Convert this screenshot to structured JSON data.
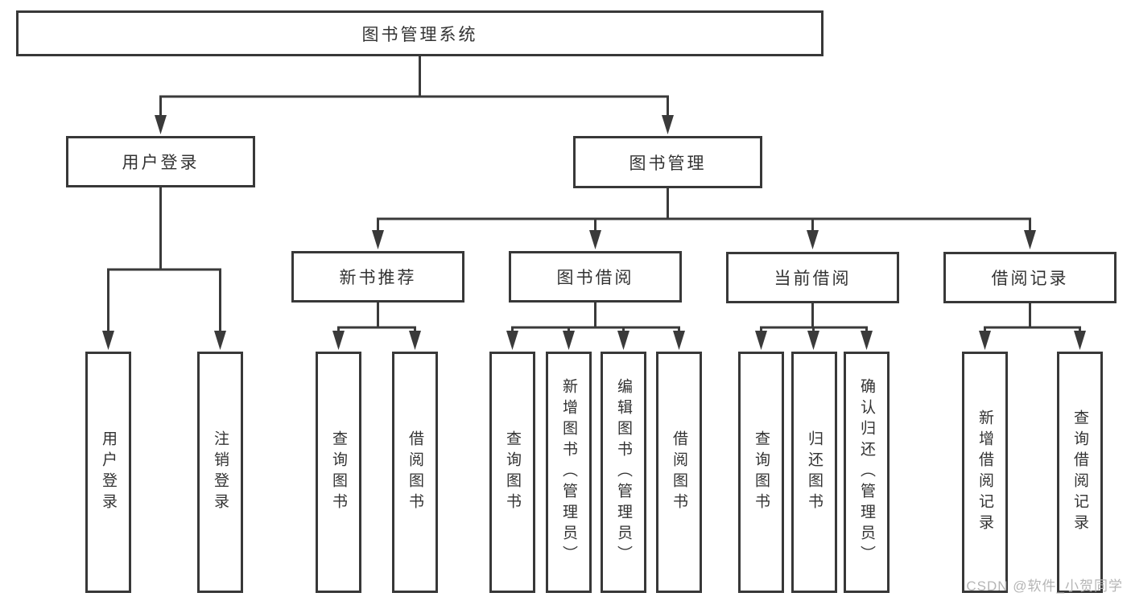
{
  "diagram": {
    "tree": {
      "label": "图书管理系统",
      "children": [
        {
          "label": "用户登录",
          "children": [
            {
              "label": "用户登录"
            },
            {
              "label": "注销登录"
            }
          ]
        },
        {
          "label": "图书管理",
          "children": [
            {
              "label": "新书推荐",
              "children": [
                {
                  "label": "查询图书"
                },
                {
                  "label": "借阅图书"
                }
              ]
            },
            {
              "label": "图书借阅",
              "children": [
                {
                  "label": "查询图书"
                },
                {
                  "label": "新增图书（管理员）"
                },
                {
                  "label": "编辑图书（管理员）"
                },
                {
                  "label": "借阅图书"
                }
              ]
            },
            {
              "label": "当前借阅",
              "children": [
                {
                  "label": "查询图书"
                },
                {
                  "label": "归还图书"
                },
                {
                  "label": "确认归还（管理员）"
                }
              ]
            },
            {
              "label": "借阅记录",
              "children": [
                {
                  "label": "新增借阅记录"
                },
                {
                  "label": "查询借阅记录"
                }
              ]
            }
          ]
        }
      ]
    },
    "colors": {
      "line": "#3a3a3a",
      "box_border": "#383838",
      "text": "#333333",
      "background": "#ffffff",
      "watermark": "#b5b5b5"
    }
  },
  "watermark": {
    "text": "CSDN @软件_小贺同学"
  }
}
